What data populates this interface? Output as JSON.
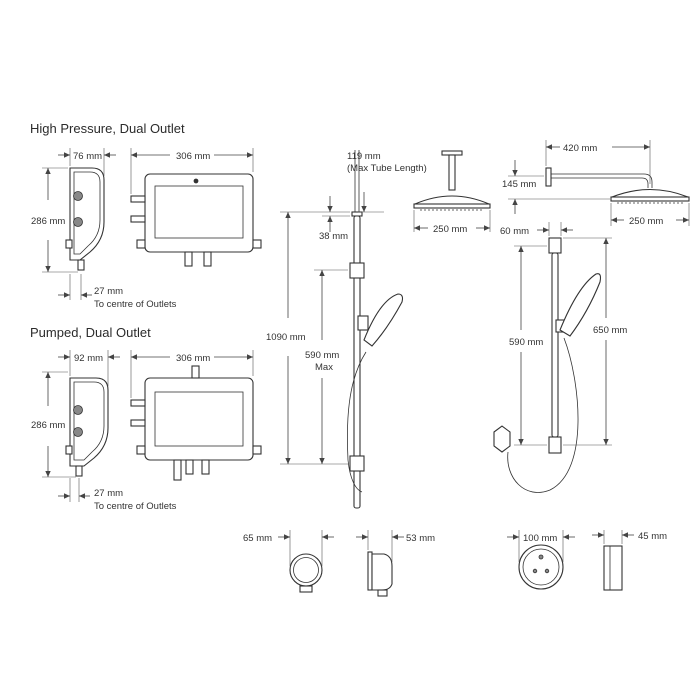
{
  "sections": {
    "high_pressure": {
      "title": "High Pressure, Dual Outlet"
    },
    "pumped": {
      "title": "Pumped, Dual Outlet"
    }
  },
  "dimensions": {
    "hp_depth": "76 mm",
    "hp_width": "306 mm",
    "hp_height": "286 mm",
    "hp_offset": "27 mm",
    "hp_offset_note": "To centre of Outlets",
    "pp_depth": "92 mm",
    "pp_width": "306 mm",
    "pp_height": "286 mm",
    "pp_offset": "27 mm",
    "pp_offset_note": "To centre of Outlets",
    "tube_length": "119 mm",
    "tube_length_note": "(Max Tube Length)",
    "head_dia_ceiling": "250 mm",
    "arm_length": "420 mm",
    "arm_height": "145 mm",
    "head_dia_wall": "250 mm",
    "rail_top": "38 mm",
    "rail_total": "1090 mm",
    "rail_bracket": "590 mm",
    "rail_bracket_note": "Max",
    "rail2_top": "60 mm",
    "rail2_bracket": "590 mm",
    "rail2_total": "650 mm",
    "outlet_dia": "65 mm",
    "outlet_depth": "53 mm",
    "remote_dia": "100 mm",
    "remote_depth": "45 mm"
  }
}
